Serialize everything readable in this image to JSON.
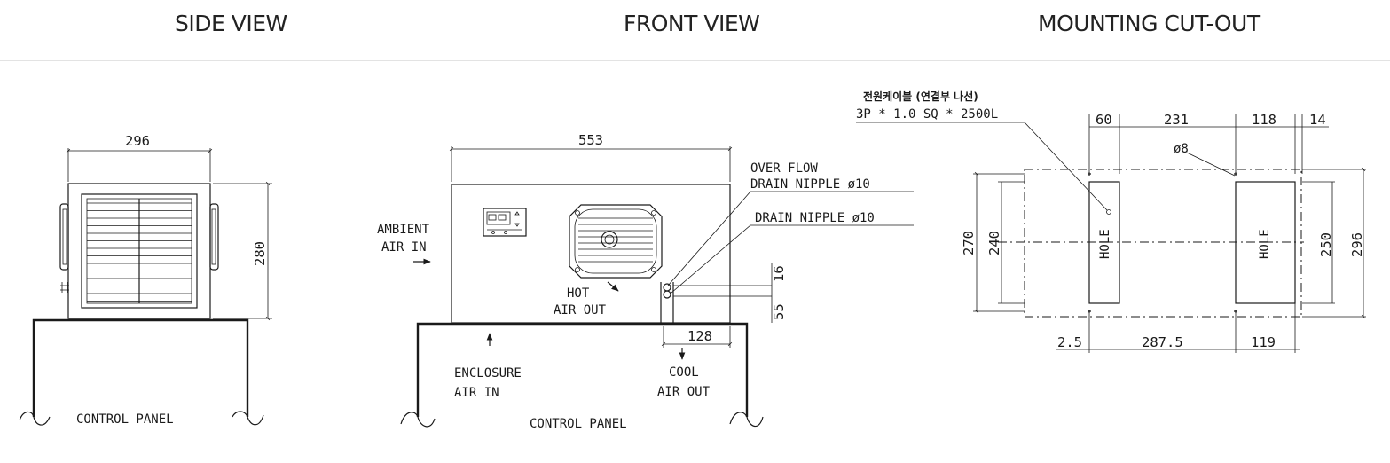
{
  "header": {
    "side_view": "SIDE VIEW",
    "front_view": "FRONT VIEW",
    "mounting_cutout": "MOUNTING CUT-OUT"
  },
  "side_view": {
    "width_dim": "296",
    "height_dim": "280",
    "panel_label": "CONTROL PANEL"
  },
  "front_view": {
    "width_dim": "553",
    "overflow_drain_line1": "OVER FLOW",
    "overflow_drain_line2": "DRAIN NIPPLE ø10",
    "drain_nipple": "DRAIN NIPPLE ø10",
    "ambient_line1": "AMBIENT",
    "ambient_line2": "AIR IN",
    "hot_line1": "HOT",
    "hot_line2": "AIR OUT",
    "enclosure_line1": "ENCLOSURE",
    "enclosure_line2": "AIR IN",
    "cool_line1": "COOL",
    "cool_line2": "AIR OUT",
    "dim_16": "16",
    "dim_55": "55",
    "dim_128": "128",
    "panel_label": "CONTROL PANEL"
  },
  "mounting": {
    "cable_korean": "전원케이블 (연결부 나선)",
    "cable_spec": "3P * 1.0 SQ * 2500L",
    "top_dims": [
      "60",
      "231",
      "118",
      "14"
    ],
    "hole_dia": "ø8",
    "left_dims": [
      "270",
      "240"
    ],
    "right_dims": [
      "250",
      "296"
    ],
    "hole_label": "HOLE",
    "bottom_dims": [
      "2.5",
      "287.5",
      "119"
    ]
  }
}
